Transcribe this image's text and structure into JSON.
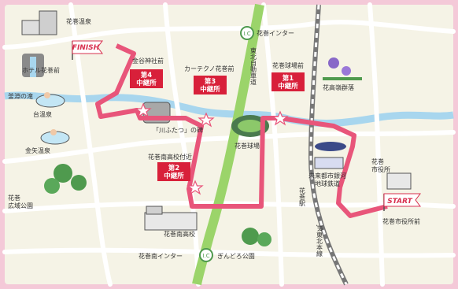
{
  "labels": {
    "hanamaki_onsen": "花巻温泉",
    "hotel_hanamaki": "ホテル花巻前",
    "kamabuchi": "釜淵の滝",
    "dai_onsen": "台温泉",
    "kinya_onsen": "金矢温泉",
    "hanamaki_kouiki": "花巻\n広域公園",
    "hanamaki_ic": "花巻インター",
    "tohoku_expressway": "東北自動車道",
    "kanaya_shrine": "金谷神社前",
    "car_techno": "カーテクノ花巻前",
    "kawafutatsu": "「川ふたつ」の碑",
    "hanamaki_stadium": "花巻球場",
    "stadium_front": "花巻球場前",
    "takamine": "花高嶺群落",
    "minami_hs_near": "花巻南高校付近",
    "minami_hs": "花巻南高校",
    "minami_ic": "花巻南インター",
    "gindoro": "ぎんどろ公園",
    "ginga": "未来都市銀河\n地球鉄道",
    "station": "花巻駅",
    "jr_line": "JR東北本線",
    "hanamaki_city": "花巻\n市役所",
    "city_hall_front": "花巻市役所前",
    "ic_badge": "I.C"
  },
  "relay_points": [
    {
      "num": "第1",
      "name": "中継所"
    },
    {
      "num": "第2",
      "name": "中継所"
    },
    {
      "num": "第3",
      "name": "中継所"
    },
    {
      "num": "第4",
      "name": "中継所"
    }
  ],
  "finish": "FINISH",
  "start": "START",
  "colors": {
    "route": "#e8557a",
    "relay_bg": "#d8203a",
    "road": "#ffffff",
    "river": "#a8d6ee",
    "expressway": "#9bd46a",
    "background": "#f5f3e6",
    "border": "#f2b9cf"
  }
}
